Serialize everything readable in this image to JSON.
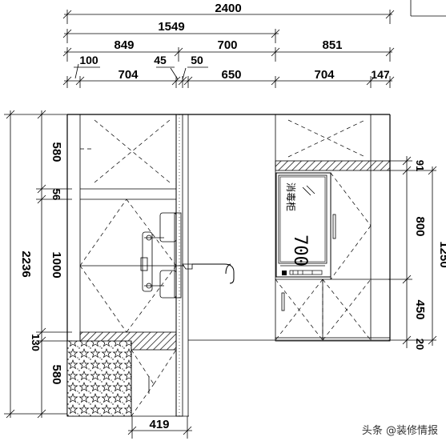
{
  "dimensions": {
    "top_row1": [
      "2400"
    ],
    "top_row2": [
      "1549"
    ],
    "top_row3": [
      "849",
      "700",
      "851"
    ],
    "top_row4": [
      "100",
      "45",
      "50"
    ],
    "top_row5": [
      "704",
      "650",
      "704",
      "147"
    ],
    "left_total": "2236",
    "left_parts": [
      "580",
      "56",
      "1000",
      "130",
      "580"
    ],
    "right_inner": [
      "91",
      "800",
      "450",
      "20"
    ],
    "right_outer": "1250",
    "bottom": "419"
  },
  "appliance": {
    "label": "消毒柜",
    "display": "700"
  },
  "watermark": "头条 @装修情报"
}
